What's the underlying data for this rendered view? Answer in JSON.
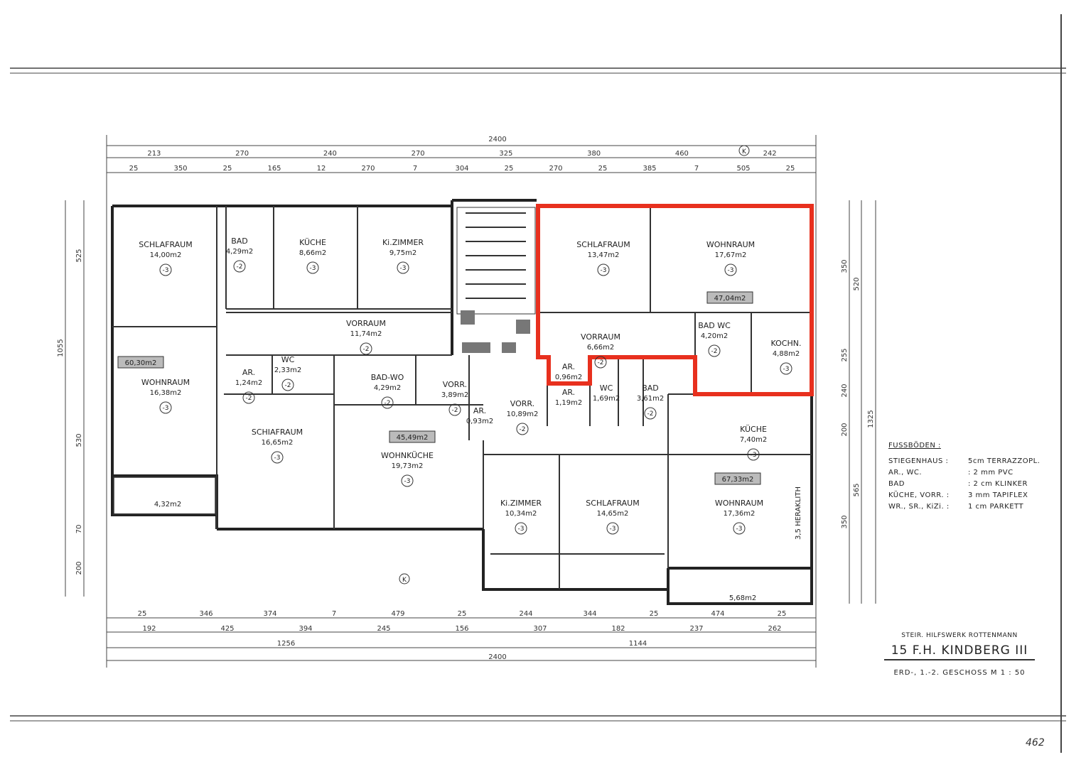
{
  "rooms": [
    {
      "name": "SCHLAFRAUM",
      "area": "14,00m2",
      "level": "-3"
    },
    {
      "name": "BAD",
      "area": "4,29m2",
      "level": "-2"
    },
    {
      "name": "KÜCHE",
      "area": "8,66m2",
      "level": "-3"
    },
    {
      "name": "Ki.ZIMMER",
      "area": "9,75m2",
      "level": "-3"
    },
    {
      "name": "SCHLAFRAUM",
      "area": "13,47m2",
      "level": "-3"
    },
    {
      "name": "WOHNRAUM",
      "area": "17,67m2",
      "level": "-3"
    },
    {
      "name": "VORRAUM",
      "area": "11,74m2",
      "level": "-2"
    },
    {
      "name": "VORRAUM",
      "area": "6,66m2",
      "level": "-2"
    },
    {
      "name": "BAD WC",
      "area": "4,20m2",
      "level": "-2"
    },
    {
      "name": "KOCHN.",
      "area": "4,88m2",
      "level": "-3"
    },
    {
      "name": "WOHNRAUM",
      "area": "16,38m2",
      "level": "-3"
    },
    {
      "name": "AR.",
      "area": "1,24m2",
      "level": "-2"
    },
    {
      "name": "WC",
      "area": "2,33m2",
      "level": "-2"
    },
    {
      "name": "BAD-WO",
      "area": "4,29m2",
      "level": "-2"
    },
    {
      "name": "VORR.",
      "area": "3,89m2",
      "level": "-2"
    },
    {
      "name": "AR.",
      "area": "0,93m2",
      "level": ""
    },
    {
      "name": "AR.",
      "area": "0,96m2",
      "level": ""
    },
    {
      "name": "AR.",
      "area": "1,19m2",
      "level": ""
    },
    {
      "name": "WC",
      "area": "1,69m2",
      "level": ""
    },
    {
      "name": "BAD",
      "area": "3,61m2",
      "level": "-2"
    },
    {
      "name": "VORR.",
      "area": "10,89m2",
      "level": "-2"
    },
    {
      "name": "SCHIAFRAUM",
      "area": "16,65m2",
      "level": "-3"
    },
    {
      "name": "WOHNKÜCHE",
      "area": "19,73m2",
      "level": "-3"
    },
    {
      "name": "KÜCHE",
      "area": "7,40m2",
      "level": "-3"
    },
    {
      "name": "Ki.ZIMMER",
      "area": "10,34m2",
      "level": "-3"
    },
    {
      "name": "SCHLAFRAUM",
      "area": "14,65m2",
      "level": "-3"
    },
    {
      "name": "WOHNRAUM",
      "area": "17,36m2",
      "level": "-3"
    },
    {
      "name": "",
      "area": "4,32m2",
      "level": ""
    },
    {
      "name": "",
      "area": "5,68m2",
      "level": ""
    }
  ],
  "unit_totals": [
    "60,30m2",
    "45,49m2",
    "47,04m2",
    "67,33m2"
  ],
  "annotation": "3,5 HERAKLITH",
  "dimensions": {
    "top_total": "2400",
    "top_row1": [
      "213",
      "270",
      "240",
      "270",
      "325",
      "380",
      "460",
      "242"
    ],
    "top_row2": [
      "25",
      "350",
      "25",
      "165",
      "12",
      "270",
      "7",
      "304",
      "25",
      "270",
      "25",
      "385",
      "7",
      "505",
      "25"
    ],
    "bottom_row1": [
      "25",
      "346",
      "374",
      "7",
      "479",
      "25",
      "244",
      "344",
      "25",
      "474",
      "25"
    ],
    "bottom_row2": [
      "192",
      "425",
      "394",
      "245",
      "156",
      "307",
      "182",
      "237",
      "262"
    ],
    "bottom_row3": [
      "1256",
      "1144"
    ],
    "bottom_total": "2400",
    "left": [
      "1055",
      "525",
      "530",
      "70",
      "200"
    ],
    "right": [
      "350",
      "520",
      "255",
      "240",
      "200",
      "1325",
      "565",
      "350"
    ]
  },
  "legend": {
    "heading": "FUSSBÖDEN :",
    "rows": [
      {
        "k": "STIEGENHAUS :",
        "v": "5cm TERRAZZOPL."
      },
      {
        "k": "AR., WC.",
        "v": ": 2 mm PVC"
      },
      {
        "k": "BAD",
        "v": ": 2 cm KLINKER"
      },
      {
        "k": "KÜCHE, VORR. :",
        "v": "3 mm TAPIFLEX"
      },
      {
        "k": "WR., SR., KiZi. :",
        "v": "1 cm PARKETT"
      }
    ]
  },
  "title_block": {
    "org": "STEIR. HILFSWERK ROTTENMANN",
    "title": "15 F.H. KINDBERG III",
    "subtitle": "ERD-, 1.-2. GESCHOSS  M 1 : 50"
  },
  "page_number": "462",
  "highlight_color": "#e8301e"
}
